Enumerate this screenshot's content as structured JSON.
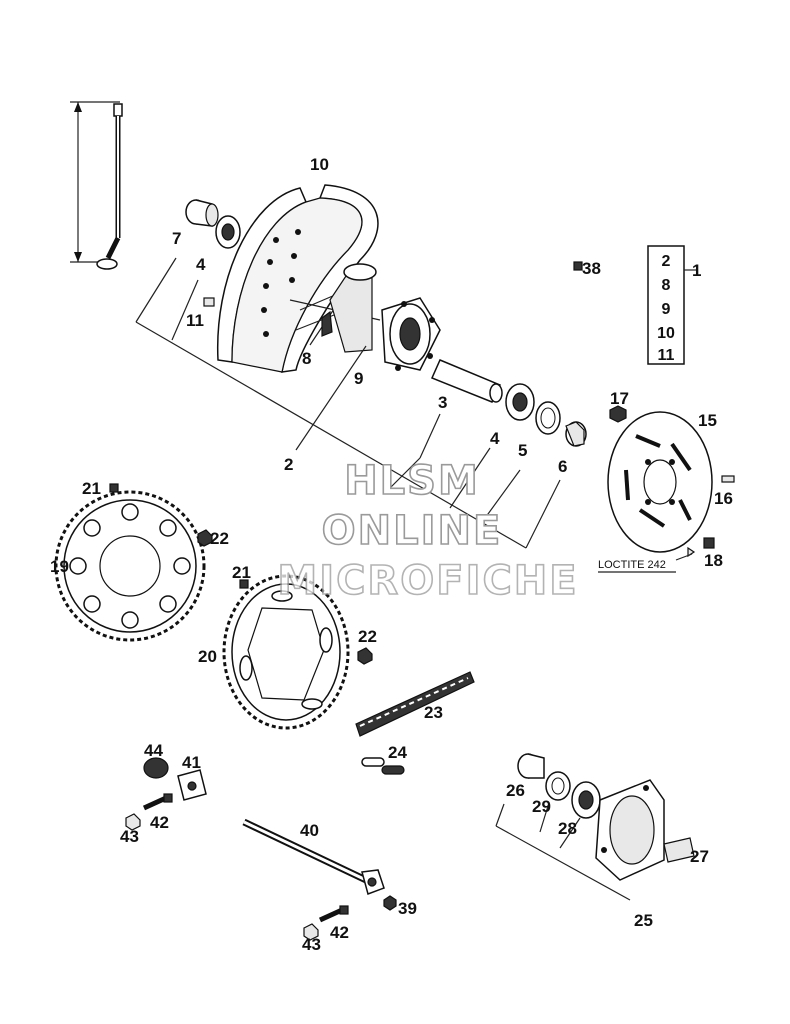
{
  "callouts": {
    "c1": "1",
    "c2": "2",
    "c3": "3",
    "c4a": "4",
    "c4b": "4",
    "c5": "5",
    "c6": "6",
    "c7": "7",
    "c8": "8",
    "c9": "9",
    "c10": "10",
    "c11": "11",
    "c15": "15",
    "c16": "16",
    "c17": "17",
    "c18": "18",
    "c19": "19",
    "c20": "20",
    "c21a": "21",
    "c21b": "21",
    "c22a": "22",
    "c22b": "22",
    "c23": "23",
    "c24": "24",
    "c25": "25",
    "c26": "26",
    "c27": "27",
    "c28": "28",
    "c29": "29",
    "c38": "38",
    "c39": "39",
    "c40": "40",
    "c41": "41",
    "c42a": "42",
    "c42b": "42",
    "c43a": "43",
    "c43b": "43",
    "c44": "44"
  },
  "kit_box": {
    "items": [
      "2",
      "8",
      "9",
      "10",
      "11"
    ]
  },
  "note": "LOCTITE 242",
  "watermark": {
    "line1": "HLSM",
    "line2": "ONLINE",
    "line3": "MICROFICHE"
  }
}
